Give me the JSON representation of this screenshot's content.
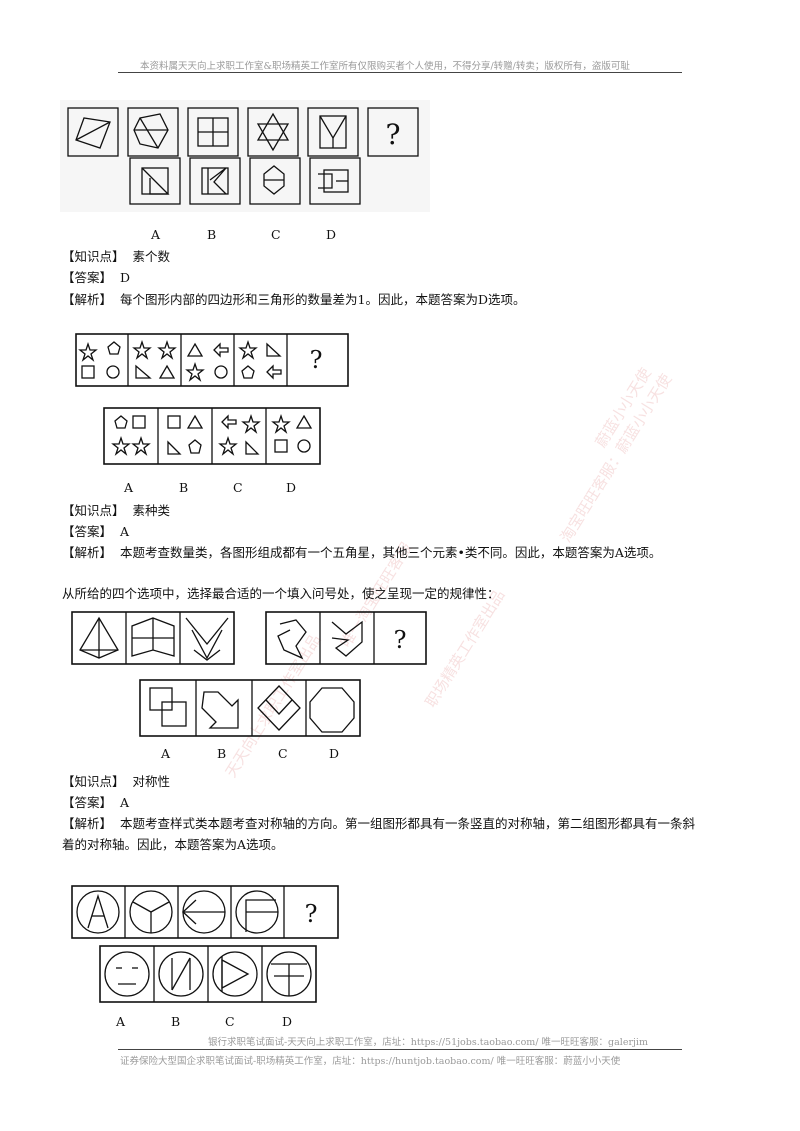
{
  "header": {
    "notice": "本资料属天天向上求职工作室&职场精英工作室所有仅限购买者个人使用，不得分享/转赠/转卖；版权所有，盗版可耻"
  },
  "footer": {
    "line1": "银行求职笔试面试-天天向上求职工作室，店址：https://51jobs.taobao.com/  唯一旺旺客服：galerjim",
    "line2": "证券保险大型国企求职笔试面试-职场精英工作室，店址：https://huntjob.taobao.com/  唯一旺旺客服：蔚蓝小小天使"
  },
  "watermarks": [
    "淘宝旺旺客服：蔚蓝小小天使",
    "蔚蓝小小天使",
    "唯一淘宝旺旺客服",
    "职场精英工作室出品",
    "天天向上求职工作室出品"
  ],
  "questions": [
    {
      "options": [
        "A",
        "B",
        "C",
        "D"
      ],
      "point_label": "【知识点】",
      "point": "素个数",
      "answer_label": "【答案】",
      "answer": "D",
      "analysis_label": "【解析】",
      "analysis": "每个图形内部的四边形和三角形的数量差为1。因此，本题答案为D选项。",
      "question_mark": "?"
    },
    {
      "options": [
        "A",
        "B",
        "C",
        "D"
      ],
      "point_label": "【知识点】",
      "point": "素种类",
      "answer_label": "【答案】",
      "answer": "A",
      "analysis_label": "【解析】",
      "analysis": "本题考查数量类，各图形组成都有一个五角星，其他三个元素•类不同。因此，本题答案为A选项。",
      "question_mark": "?"
    },
    {
      "intro": "从所给的四个选项中，选择最合适的一个填入问号处，使之呈现一定的规律性：",
      "options": [
        "A",
        "B",
        "C",
        "D"
      ],
      "point_label": "【知识点】",
      "point": "对称性",
      "answer_label": "【答案】",
      "answer": "A",
      "analysis_label": "【解析】",
      "analysis_line1": "本题考查样式类本题考查对称轴的方向。第一组图形都具有一条竖直的对称轴，第二组图形都具有一条斜",
      "analysis_line2": "着的对称轴。因此，本题答案为A选项。",
      "question_mark": "?"
    },
    {
      "options": [
        "A",
        "B",
        "C",
        "D"
      ],
      "question_mark": "?"
    }
  ]
}
